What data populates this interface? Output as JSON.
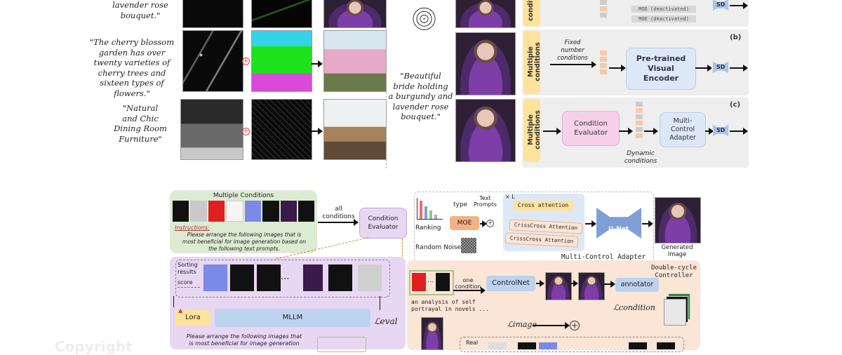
{
  "top": {
    "quotes": {
      "q0": "lavender rose\nbouquet.\"",
      "q1": "\"The cherry blossom\ngarden has over\ntwenty varieties of\ncherry trees and\nsixteen types of\nflowers.\"",
      "q2": "\"Natural\nand Chic\nDining Room\nFurniture\"",
      "q3": "\"Beautiful\nbride holding\na burgundy and\nlavender rose\nbouquet.\""
    },
    "panel_a": {
      "moe1": "MOE (deactivated)",
      "moe2": "MOE (deactivated)",
      "sd": "SD",
      "side": "conditions"
    },
    "panel_b": {
      "tag": "(b)",
      "side": "Multiple\nconditions",
      "fixed": "Fixed\nnumber\nconditions",
      "encoder": "Pre-trained\nVisual\nEncoder",
      "sd": "SD"
    },
    "panel_c": {
      "tag": "(c)",
      "side": "Multiple\nconditions",
      "evaluator": "Condition\nEvaluator",
      "adapter": "Multi-\nControl\nAdapter",
      "sd": "SD",
      "dynamic": "Dynamic\nconditions"
    }
  },
  "bottom": {
    "multi_title": "Multiple Conditions",
    "instructions_label": "Instructions:",
    "instructions_text": "Please arrange the following images that is\nmost beneficial for image generation based on\nthe following text prompts.",
    "all_conditions": "all\nconditions",
    "condition_evaluator": "Condition\nEvaluator",
    "ranking": "Ranking",
    "type": "type",
    "text_prompts": "Text\nPrompts",
    "xl": "× L",
    "moe": "MOE",
    "cross_attention": "Cross attention",
    "crisscross1": "CrissCross Attention",
    "crisscross2": "CrissCross Attention",
    "random_noise": "Random Noise",
    "unet": "U-Net",
    "multi_control_adapter": "Multi-Control Adapter",
    "generated_image": "Generated\nImage",
    "sorting_results": "Sorting\nresults",
    "score": "score",
    "ellipsis": "...",
    "lora": "Lora",
    "mllm": "MLLM",
    "l_eval": "ℒeval",
    "lower_instr": "Please arrange the following images that\nis most beneficial for image generation",
    "double_cycle": "Double-cycle\nController",
    "one_condition": "one\ncondition",
    "controlnet": "ControlNet",
    "annotator": "annotator",
    "l_condition": "ℒcondition",
    "analysis": "an analysis of self\nportrayal in novels ...",
    "l_image": "ℒimage",
    "real": "Real",
    "watermark": "Copyright"
  },
  "colors": {
    "green_panel": "#dcebd2",
    "purple_panel": "#e8d7f2",
    "peach_panel": "#fbe5d6",
    "blue_panel": "#dde8f7",
    "evaluator_pink": "#f7d1ea",
    "moe_orange": "#f4b183",
    "yellow": "#ffe39a"
  }
}
